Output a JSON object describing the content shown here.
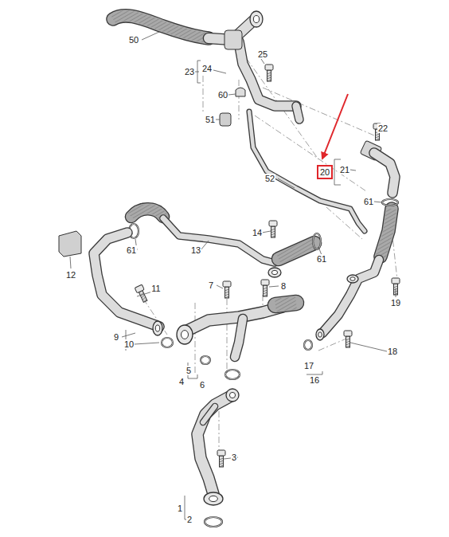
{
  "diagram": {
    "nodes": [
      {
        "text": [
          "20"
        ]
      }
    ],
    "edges": [],
    "labels": [
      "50",
      "25",
      "23",
      "24",
      "60",
      "51",
      "22",
      "21",
      "52",
      "61",
      "61",
      "14",
      "13",
      "61",
      "12",
      "11",
      "7",
      "8",
      "19",
      "9",
      "10",
      "5",
      "4",
      "6",
      "18",
      "17",
      "16",
      "3",
      "1",
      "2"
    ]
  }
}
